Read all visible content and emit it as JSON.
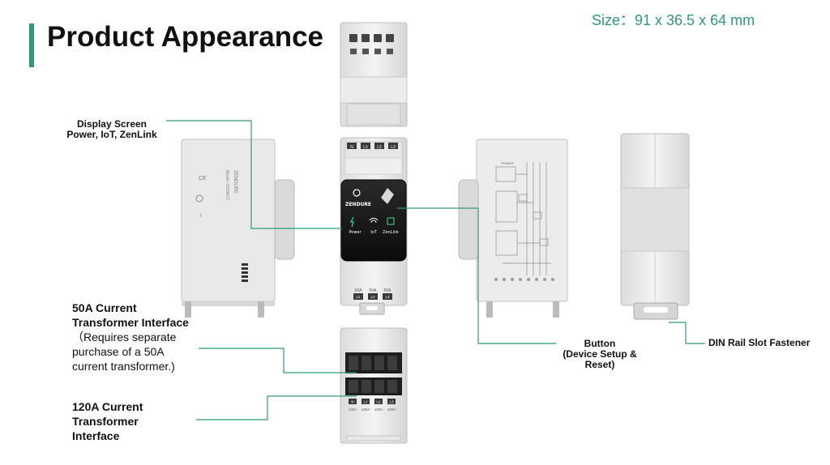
{
  "header": {
    "title": "Product Appearance",
    "size": "Size：91 x 36.5  x 64 mm",
    "accent_color": "#2f9a7a"
  },
  "callouts": {
    "display_line1": "Display Screen",
    "display_line2": "Power, IoT, ZenLink",
    "ct50_bold": "50A Current Transformer Interface",
    "ct50_note": "（Requires separate purchase of a 50A current transformer.)",
    "ct120": "120A Current Transformer Interface",
    "button_line1": "Button",
    "button_line2": "(Device Setup & Reset)",
    "din": "DIN Rail Slot Fastener"
  },
  "device": {
    "top_terminals": [
      "N",
      "L1",
      "L2",
      "L3"
    ],
    "brand": "ZENDURE",
    "screen_items": [
      "Power",
      "IoT",
      "ZenLink"
    ],
    "ct50_ratings": [
      "50A",
      "50A",
      "50A"
    ],
    "ct50_terminals": [
      "L1",
      "L2",
      "L3"
    ],
    "bottom_terminals": [
      "N",
      "L1",
      "L2",
      "L3"
    ],
    "bottom_ratings": [
      "120A",
      "120A",
      "120A",
      "120A"
    ],
    "side_logo": "ZENDURE",
    "side_model": "Model: ZDSMCT",
    "diagram_title": "POWER"
  }
}
